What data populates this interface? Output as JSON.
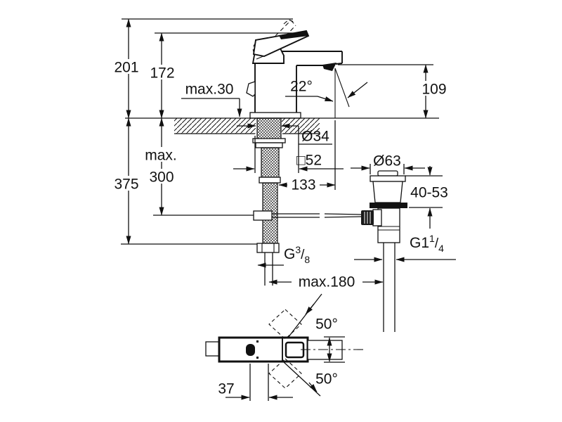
{
  "colors": {
    "line": "#111111",
    "background": "#ffffff"
  },
  "labels": {
    "height_total": "201",
    "height_body": "172",
    "depth_total": "375",
    "depth_max_word": "max.",
    "depth_max_value": "300",
    "deck_max": "max.30",
    "spout_angle": "22°",
    "spout_height": "109",
    "hole_diameter": "Ø34",
    "body_square": "□52",
    "spout_reach": "133",
    "drain_diameter": "Ø63",
    "clamp_range": "40-53",
    "drain_thread": {
      "base": "G1",
      "sup": "1",
      "slash": "/",
      "sub": "4"
    },
    "supply_thread": {
      "base": "G",
      "sup": "3",
      "slash": "/",
      "sub": "8"
    },
    "hose_reach": "max.180",
    "swivel_upper": "50°",
    "swivel_lower": "50°",
    "handle_offset": "37"
  }
}
